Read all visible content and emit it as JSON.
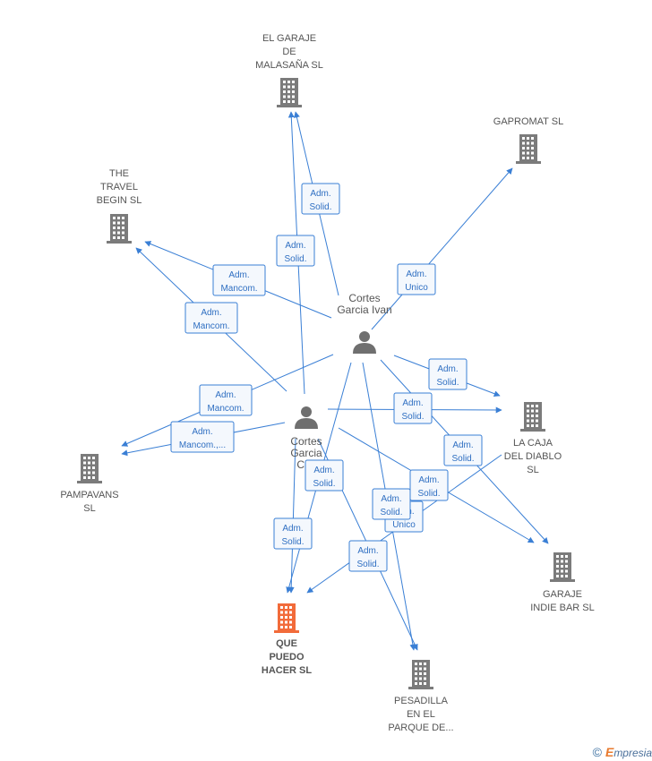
{
  "colors": {
    "edge": "#3a7fd5",
    "company": "#7b7b7b",
    "company_highlight": "#f26b3a",
    "person": "#6f6f6f",
    "label": "#555555",
    "role_text": "#2f6fc2"
  },
  "companies": [
    {
      "id": "garaje_malasana",
      "lines": [
        "EL GARAJE",
        "DE",
        "MALASAÑA  SL"
      ],
      "highlight": false
    },
    {
      "id": "gapromat",
      "lines": [
        "GAPROMAT SL"
      ],
      "highlight": false
    },
    {
      "id": "travel_begin",
      "lines": [
        "THE",
        "TRAVEL",
        "BEGIN  SL"
      ],
      "highlight": false
    },
    {
      "id": "caja_diablo",
      "lines": [
        "LA CAJA",
        "DEL DIABLO",
        "SL"
      ],
      "highlight": false
    },
    {
      "id": "pampavans",
      "lines": [
        "PAMPAVANS",
        "SL"
      ],
      "highlight": false
    },
    {
      "id": "garaje_indie",
      "lines": [
        "GARAJE",
        "INDIE BAR  SL"
      ],
      "highlight": false
    },
    {
      "id": "que_puedo",
      "lines": [
        "QUE",
        "PUEDO",
        "HACER  SL"
      ],
      "highlight": true
    },
    {
      "id": "pesadilla",
      "lines": [
        "PESADILLA",
        "EN EL",
        "PARQUE DE..."
      ],
      "highlight": false
    }
  ],
  "persons": [
    {
      "id": "ivan",
      "lines": [
        "Cortes",
        "Garcia Ivan"
      ]
    },
    {
      "id": "cris",
      "lines": [
        "Cortes",
        "Garcia",
        "Cris"
      ]
    }
  ],
  "roles": [
    {
      "lines": [
        "Adm.",
        "Solid."
      ]
    },
    {
      "lines": [
        "Adm.",
        "Solid."
      ]
    },
    {
      "lines": [
        "Adm.",
        "Unico"
      ]
    },
    {
      "lines": [
        "Adm.",
        "Mancom."
      ]
    },
    {
      "lines": [
        "Adm.",
        "Mancom."
      ]
    },
    {
      "lines": [
        "Adm.",
        "Mancom."
      ]
    },
    {
      "lines": [
        "Adm.",
        "Mancom.,..."
      ]
    },
    {
      "lines": [
        "Adm.",
        "Solid."
      ]
    },
    {
      "lines": [
        "Adm.",
        "Solid."
      ]
    },
    {
      "lines": [
        "Adm.",
        "Solid."
      ]
    },
    {
      "lines": [
        "Adm.",
        "Solid."
      ]
    },
    {
      "lines": [
        "Adm.",
        "Solid."
      ]
    },
    {
      "lines": [
        "Adm.",
        "Unico"
      ]
    },
    {
      "lines": [
        "Adm.",
        "Solid."
      ]
    },
    {
      "lines": [
        "Adm.",
        "Solid."
      ]
    },
    {
      "lines": [
        "Adm.",
        "Solid."
      ]
    }
  ],
  "watermark": {
    "copyright": "©",
    "brand_initial": "E",
    "brand_rest": "mpresia"
  }
}
